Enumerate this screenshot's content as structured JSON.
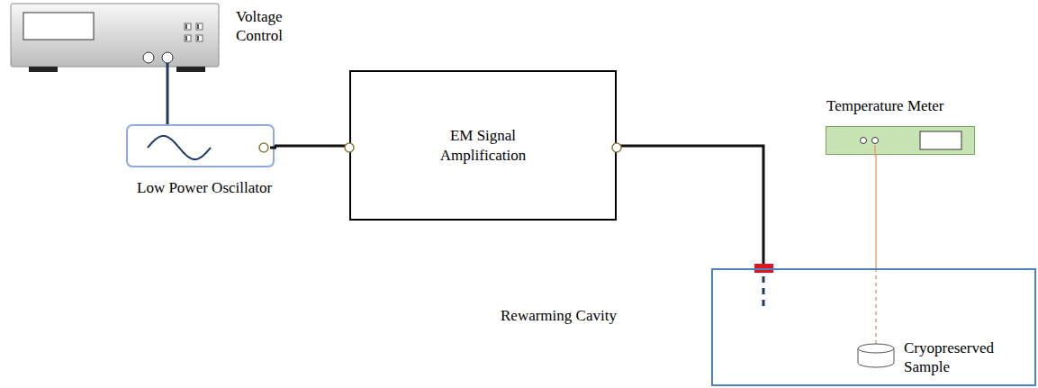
{
  "diagram": {
    "nodes": [
      {
        "text": [
          "Voltage Control"
        ]
      },
      {
        "text": [
          "Low Power Oscillator"
        ]
      },
      {
        "text": [
          "EM Signal Amplification"
        ]
      },
      {
        "text": [
          "Temperature Meter"
        ]
      },
      {
        "text": [
          "Rewarming Cavity"
        ]
      },
      {
        "text": [
          "Cryopreserved Sample"
        ],
        "in": 4
      }
    ],
    "edges": [
      {
        "from": 0,
        "to": 1,
        "arrow": "none"
      },
      {
        "from": 1,
        "to": 2,
        "arrow": "none"
      },
      {
        "from": 2,
        "to": 4,
        "arrow": "none"
      },
      {
        "from": 3,
        "to": 5,
        "arrow": "none"
      }
    ]
  }
}
